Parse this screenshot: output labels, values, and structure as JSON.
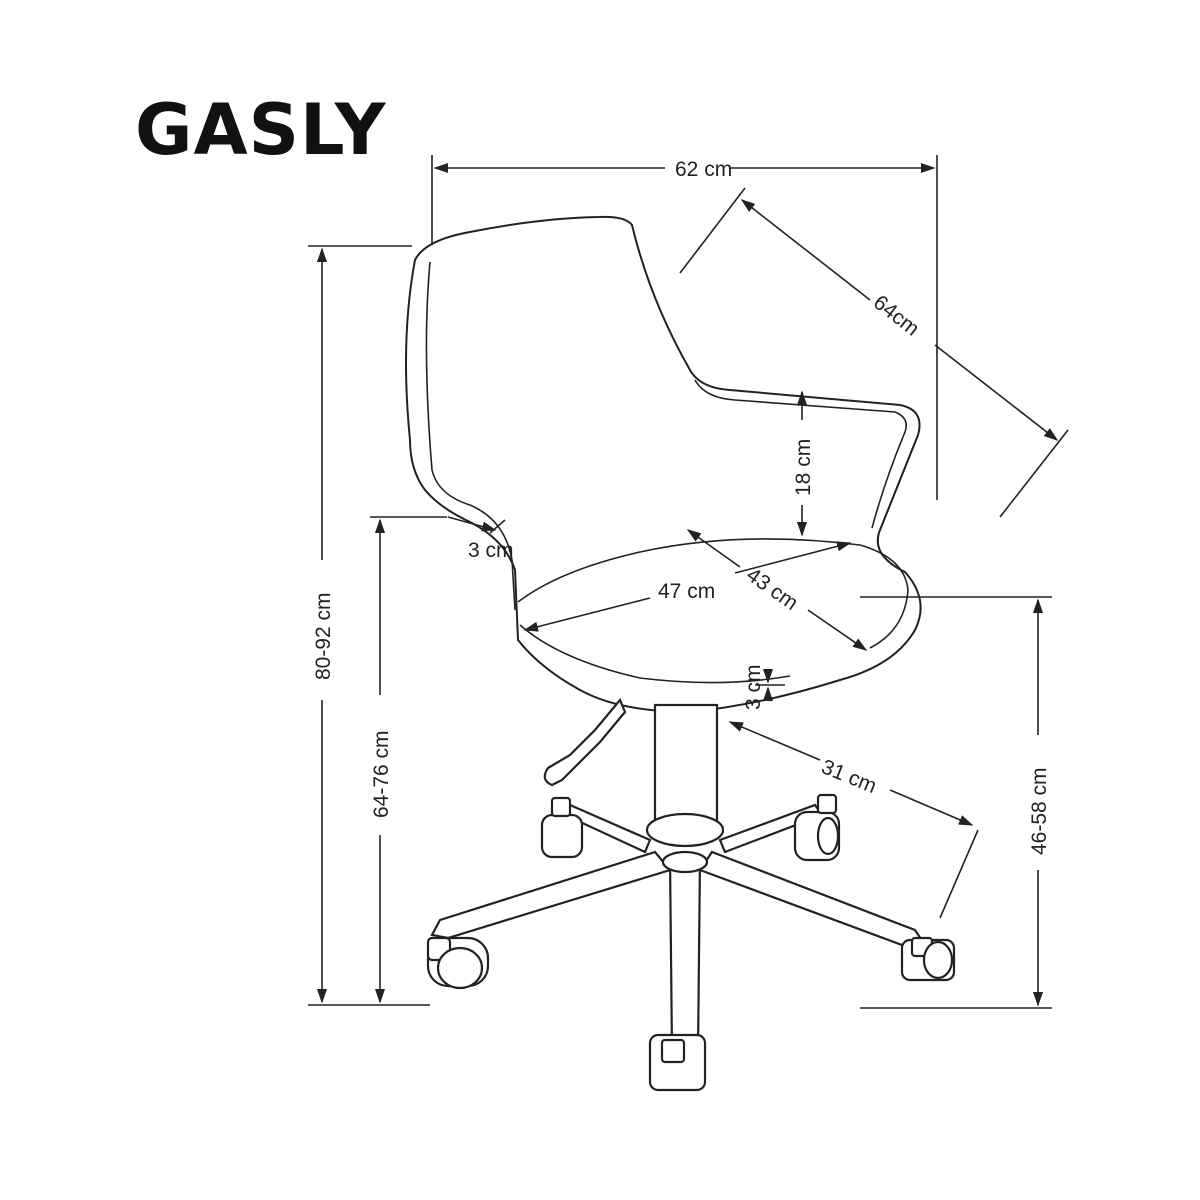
{
  "product": {
    "name": "GASLY"
  },
  "dimensions": {
    "overall_width": "62 cm",
    "overall_depth": "64cm",
    "armrest_height": "18 cm",
    "backrest_thickness": "3 cm",
    "seat_width": "47 cm",
    "seat_depth": "43 cm",
    "seat_thickness": "3 cm",
    "base_radius": "31 cm",
    "overall_height": "80-92 cm",
    "armrest_floor_height": "64-76 cm",
    "seat_height": "46-58 cm"
  }
}
